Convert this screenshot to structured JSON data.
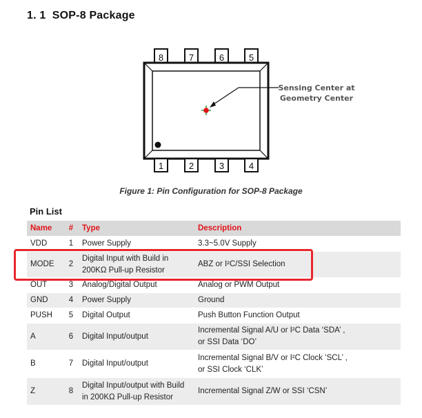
{
  "section": {
    "title": "1. 1  SOP-8 Package"
  },
  "figure": {
    "top_pins": [
      "8",
      "7",
      "6",
      "5"
    ],
    "bottom_pins": [
      "1",
      "2",
      "3",
      "4"
    ],
    "annotation_line1": "Sensing Center at",
    "annotation_line2": "Geometry Center",
    "caption": "Figure 1: Pin Configuration for SOP-8 Package",
    "marker_color": "#e0141a",
    "marker_cross_color": "#2aa02a",
    "pin1_dot_color": "#111111"
  },
  "pin_list": {
    "title": "Pin List",
    "headers": {
      "name": "Name",
      "num": "#",
      "type": "Type",
      "desc": "Description"
    },
    "header_text_color": "#e0141a",
    "highlight_color": "#e8262b",
    "rows": [
      {
        "name": "VDD",
        "num": "1",
        "type": [
          "Power Supply"
        ],
        "desc": [
          "3.3~5.0V Supply"
        ]
      },
      {
        "name": "MODE",
        "num": "2",
        "type": [
          "Digital Input with Build in",
          "200KΩ Pull-up Resistor"
        ],
        "desc": [
          "ABZ or I²C/SSI Selection"
        ]
      },
      {
        "name": "OUT",
        "num": "3",
        "type": [
          "Analog/Digital Output"
        ],
        "desc": [
          "Analog or PWM Output"
        ]
      },
      {
        "name": "GND",
        "num": "4",
        "type": [
          "Power Supply"
        ],
        "desc": [
          "Ground"
        ]
      },
      {
        "name": "PUSH",
        "num": "5",
        "type": [
          "Digital Output"
        ],
        "desc": [
          "Push Button Function Output"
        ]
      },
      {
        "name": "A",
        "num": "6",
        "type": [
          "Digital Input/output"
        ],
        "desc": [
          "Incremental Signal A/U or I²C  Data  ‘SDA’ ,",
          "or SSI  Data  ‘DO’"
        ]
      },
      {
        "name": "B",
        "num": "7",
        "type": [
          "Digital Input/output"
        ],
        "desc": [
          "Incremental Signal B/V or I²C Clock  ‘SCL’ ,",
          "or SSI  Clock  ‘CLK’"
        ]
      },
      {
        "name": "Z",
        "num": "8",
        "type": [
          "Digital Input/output with Build",
          "in 200KΩ Pull-up Resistor"
        ],
        "desc": [
          "Incremental Signal Z/W or SSI  ‘CSN’"
        ]
      }
    ]
  }
}
